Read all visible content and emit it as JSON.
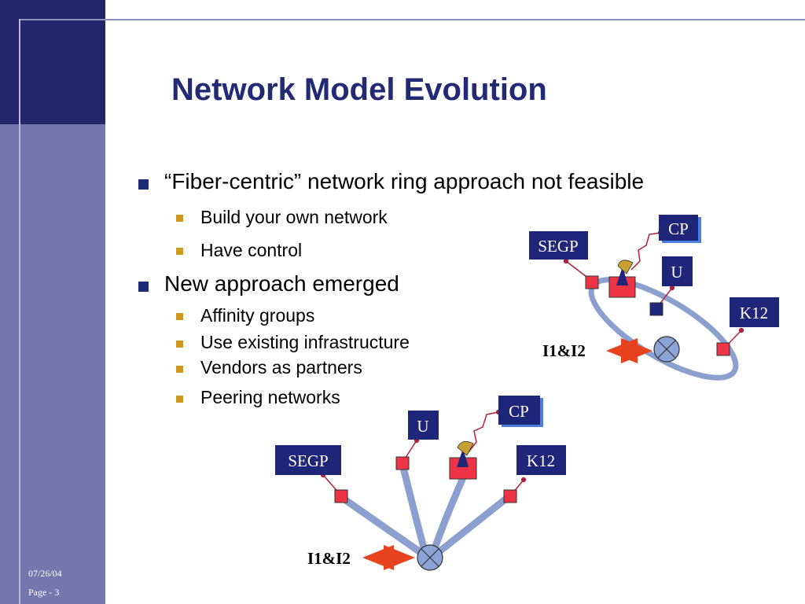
{
  "slide": {
    "title": "Network Model Evolution",
    "date": "07/26/04",
    "page": "Page - 3"
  },
  "bullets": [
    {
      "text": "“Fiber-centric” network ring approach not feasible",
      "sub": [
        "Build your own network",
        "Have control"
      ]
    },
    {
      "text": "New approach emerged",
      "sub": [
        "Affinity groups",
        "Use existing infrastructure",
        "Vendors as partners",
        "Peering networks"
      ]
    }
  ],
  "ring_diagram": {
    "nodes": [
      "SEGP",
      "CP",
      "U",
      "K12"
    ],
    "exchange_label": "I1&I2"
  },
  "star_diagram": {
    "nodes": [
      "U",
      "CP",
      "SEGP",
      "K12"
    ],
    "exchange_label": "I1&I2"
  },
  "colors": {
    "sidebar": "#7676ae",
    "sidebar_top": "#22276b",
    "title": "#202a75",
    "node_box": "#1f2578",
    "link": "#8ca0cf",
    "port": "#ee3344",
    "arrow": "#e8421e",
    "hub": "#8aa4d8"
  }
}
